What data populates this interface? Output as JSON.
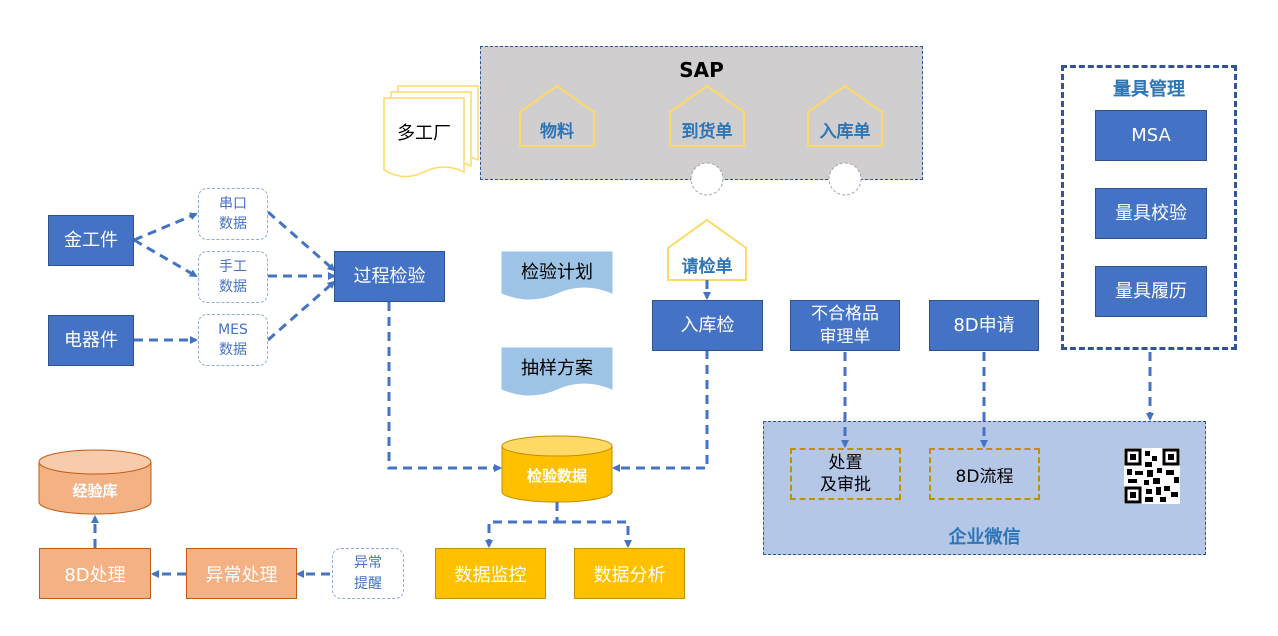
{
  "sap": {
    "title": "SAP",
    "items": [
      "物料",
      "到货单",
      "入库单"
    ]
  },
  "factory": "多工厂",
  "gauge": {
    "title": "量具管理",
    "items": [
      "MSA",
      "量具校验",
      "量具履历"
    ]
  },
  "parts": {
    "metal": "金工件",
    "electric": "电器件"
  },
  "sources": {
    "serial": "串口\n数据",
    "manual": "手工\n数据",
    "mes": "MES\n数据"
  },
  "process_check": "过程检验",
  "docs": {
    "plan": "检验计划",
    "sampling": "抽样方案"
  },
  "request": "请检单",
  "incoming_check": "入库检",
  "ncr": "不合格品\n审理单",
  "eightd_apply": "8D申请",
  "wechat": {
    "title": "企业微信",
    "handle": "处置\n及审批",
    "flow": "8D流程"
  },
  "database": "检验数据",
  "monitor": "数据监控",
  "analysis": "数据分析",
  "experience": "经验库",
  "eightd_process": "8D处理",
  "abnormal": "异常处理",
  "alert": "异常\n提醒"
}
